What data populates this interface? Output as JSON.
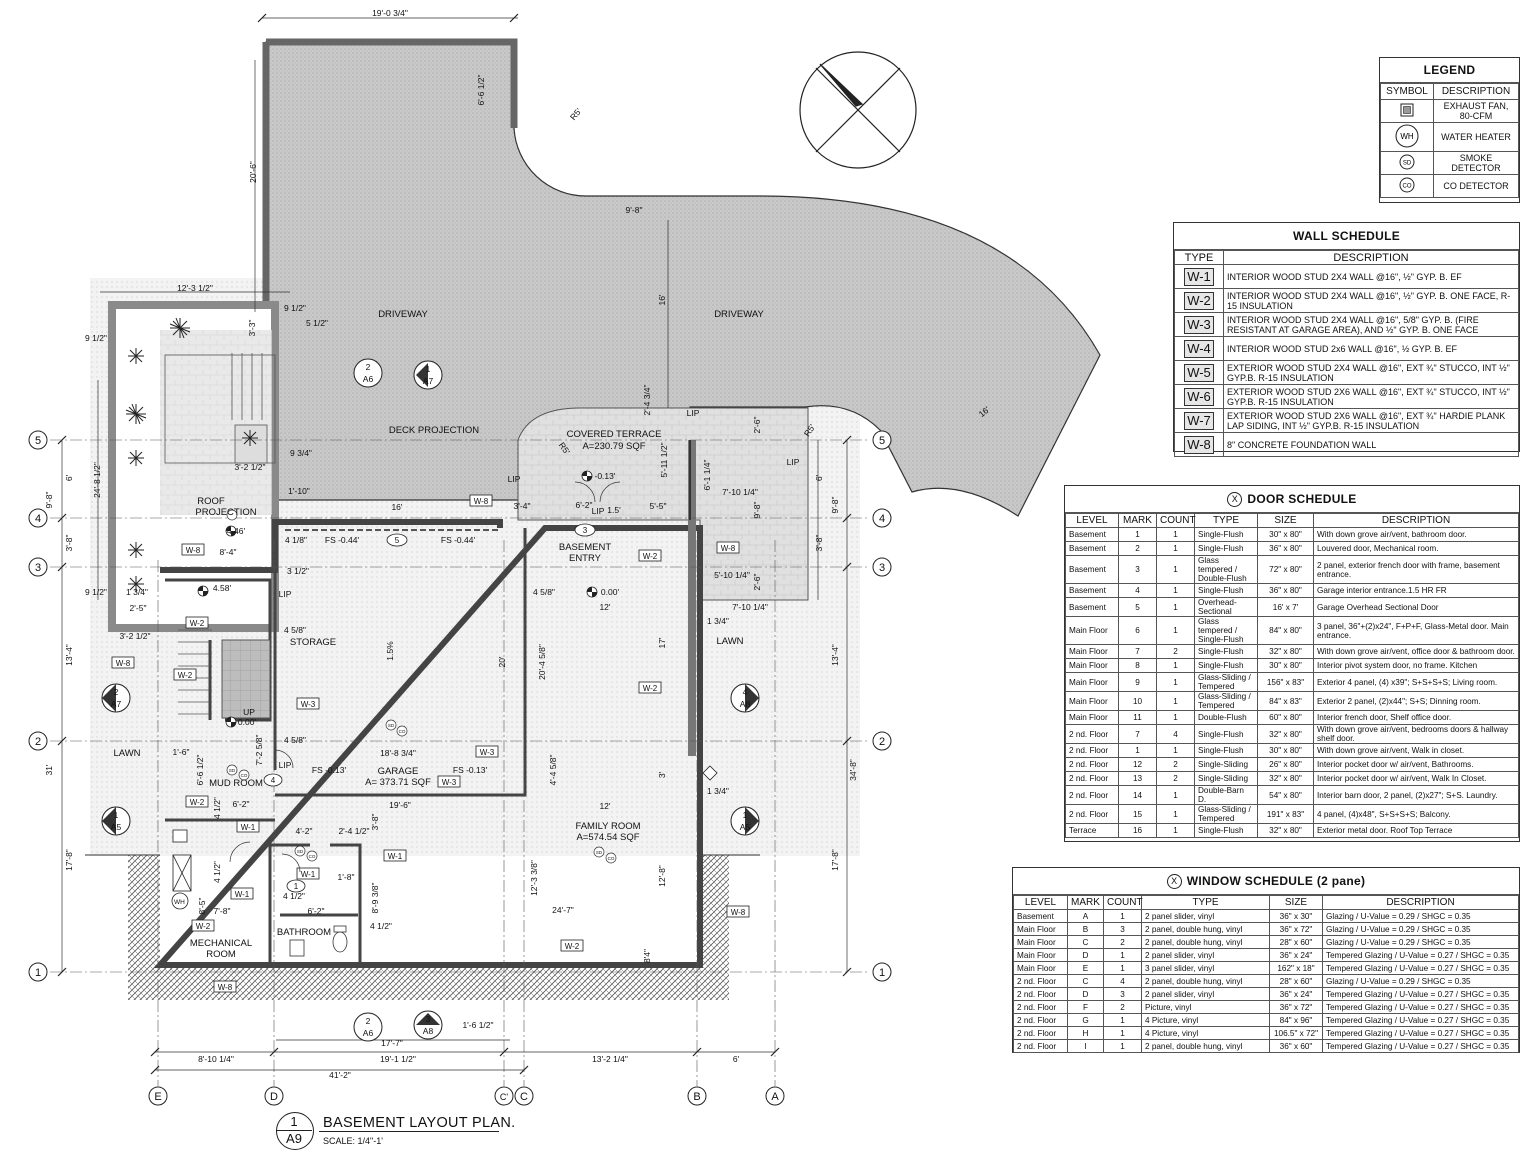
{
  "drawing": {
    "title": "BASEMENT LAYOUT PLAN.",
    "number": "1",
    "sheet": "A9",
    "scale": "SCALE: 1/4\"-1'"
  },
  "plan_labels": {
    "driveway_left": "DRIVEWAY",
    "driveway_right": "DRIVEWAY",
    "deck_projection": "DECK PROJECTION",
    "covered_terrace": "COVERED TERRACE",
    "covered_terrace_area": "A=230.79 SQF",
    "roof_projection_1": "ROOF",
    "roof_projection_2": "PROJECTION",
    "basement_entry_1": "BASEMENT",
    "basement_entry_2": "ENTRY",
    "storage": "STORAGE",
    "garage": "GARAGE",
    "garage_area": "A= 373.71 SQF",
    "family_room": "FAMILY ROOM",
    "family_room_area": "A=574.54 SQF",
    "mud_room": "MUD ROOM",
    "mechanical_1": "MECHANICAL",
    "mechanical_2": "ROOM",
    "bathroom": "BATHROOM",
    "lawn_left": "LAWN",
    "lawn_right": "LAWN",
    "up": "UP",
    "lip": "LIP"
  },
  "dimensions": {
    "top_width": "19'-0 3/4\"",
    "d_20_6": "20'-6\"",
    "d_6_6": "6'-6 1/2\"",
    "r5_top": "R5'",
    "d_9_8_top": "9'-8\"",
    "d_16_drive": "16'",
    "d_16_diag": "16'",
    "d_12_3": "12'-3 1/2\"",
    "d_9_half_a": "9 1/2\"",
    "d_9_half_b": "9 1/2\"",
    "d_9_half_c": "9 1/2\"",
    "d_5_half": "5 1/2\"",
    "d_3_3": "3'-3\"",
    "d_24_8": "24'-8 1/2\"",
    "d_9_8_left": "9'-8\"",
    "d_6_left": "6'",
    "d_3_8_left": "3'-8\"",
    "d_13_4_left": "13'-4\"",
    "d_31": "31'",
    "d_17_8_left": "17'-8\"",
    "d_9_8_right": "9'-8\"",
    "d_6_right": "6'",
    "d_3_8_right": "3'-8\"",
    "d_13_4_right": "13'-4\"",
    "d_34_8": "34'-8\"",
    "d_17_8_right": "17'-8\"",
    "d_16_deck": "16'",
    "d_1_10": "1'-10\"",
    "d_9_3_4": "9 3/4\"",
    "d_3_2_half": "3'-2 1/2\"",
    "d_8_4": "8'-4\"",
    "d_4_46": "4.46'",
    "d_4_58": "4.58'",
    "d_2_4_3_4": "2'-4 3/4\"",
    "d_2_6_a": "2'-6\"",
    "d_2_6_b": "2'-6\"",
    "d_5_11": "5'-11 1/2\"",
    "d_6_1": "6'-1 1/4\"",
    "d_7_10_a": "7'-10 1/4\"",
    "d_7_10_b": "7'-10 1/4\"",
    "d_5_10": "5'-10 1/4\"",
    "d_9_8_terr": "9'-8\"",
    "d_5_5": "5'-5\"",
    "d_3_4": "3'-4\"",
    "d_6_2": "6'-2\"",
    "d_1_5": "1.5'",
    "d_r5_a": "R5'",
    "d_r5_b": "R5'",
    "fs_044_a": "FS -0.44'",
    "fs_044_b": "FS -0.44'",
    "fs_013_a": "FS -0.13'",
    "fs_013_b": "FS -0.13'",
    "el_013": "-0.13'",
    "el_000_a": "0.00'",
    "el_000_b": "0.00'",
    "d_12_a": "12'",
    "d_12_b": "12'",
    "d_1_5_pct": "1.5%",
    "d_20": "20'",
    "d_20_4": "20'-4 5/8\"",
    "d_17": "17'",
    "d_4_5_8_a": "4 5/8\"",
    "d_4_5_8_b": "4 5/8\"",
    "d_4_5_8_c": "4 5/8\"",
    "d_4_1_8": "4 1/8\"",
    "d_3_1_2": "3 1/2\"",
    "d_18_8": "18'-8 3/4\"",
    "d_19_6": "19'-6\"",
    "d_4_4": "4'-4 5/8\"",
    "d_3_ft": "3'",
    "d_1_3_4_a": "1 3/4\"",
    "d_1_3_4_b": "1 3/4\"",
    "d_1_3_4_c": "1 3/4\"",
    "d_12_3_3": "12'-3 3/8\"",
    "d_12_8": "12'-8\"",
    "d_24_7": "24'-7\"",
    "d_6_2_mud": "6'-2\"",
    "d_7_2": "7'-2 5/8\"",
    "d_4_2": "4'-2\"",
    "d_2_4": "2'-4 1/2\"",
    "d_1_8": "1'-8\"",
    "d_8_9": "8'-9 3/8\"",
    "d_6_2_bath": "6'-2\"",
    "d_3_8_bath": "3/8\"",
    "d_4_1_2_a": "4 1/2\"",
    "d_4_1_2_b": "4 1/2\"",
    "d_4_1_2_c": "4 1/2\"",
    "d_4_1_2_d": "4 1/2\"",
    "d_8_5": "8'-5\"",
    "d_7_8": "7'-8\"",
    "d_2_5": "2'-5\"",
    "d_3_2_1_2": "3'-2 1/2\"",
    "d_1_3_4_d": "1 3/4\"",
    "d_1_6": "1'-6\"",
    "d_3_8_bot": "3'-8\"",
    "d_8_4_bot": "8'4\"",
    "d_1_6_1_2": "1'-6 1/2\"",
    "d_17_7": "17'-7\"",
    "d_8_10": "8'-10 1/4\"",
    "d_19_1": "19'-1 1/2\"",
    "d_13_2": "13'-2 1/4\"",
    "d_6_bot": "6'",
    "d_41_2": "41'-2\""
  },
  "grid": {
    "rows": [
      "1",
      "2",
      "3",
      "4",
      "5"
    ],
    "cols": [
      "E",
      "D",
      "C'",
      "C",
      "B",
      "A"
    ]
  },
  "section_markers": [
    {
      "num": "2",
      "sheet": "A6"
    },
    {
      "num": "1",
      "sheet": "A7"
    },
    {
      "num": "2",
      "sheet": "A7"
    },
    {
      "num": "4",
      "sheet": "A8"
    },
    {
      "num": "1",
      "sheet": "A5"
    },
    {
      "num": "1",
      "sheet": "A5"
    },
    {
      "num": "2",
      "sheet": "A6"
    },
    {
      "num": "3",
      "sheet": "A8"
    }
  ],
  "wall_tags": [
    "W-8",
    "W-2",
    "W-3",
    "W-8",
    "W-2",
    "W-2",
    "W-8",
    "W-3",
    "W-3",
    "W-2",
    "W-1",
    "W-1",
    "W-1",
    "W-1",
    "W-2",
    "W-8",
    "W-2",
    "W-8",
    "W-2",
    "W-8"
  ],
  "door_tags": [
    "5",
    "3",
    "4",
    "1",
    "1"
  ],
  "legend": {
    "title": "LEGEND",
    "headers": [
      "SYMBOL",
      "DESCRIPTION"
    ],
    "rows": [
      {
        "symbol": "exhaust-fan",
        "text": "",
        "desc": "EXHAUST FAN, 80-CFM"
      },
      {
        "symbol": "water-heater",
        "text": "WH",
        "desc": "WATER HEATER"
      },
      {
        "symbol": "smoke-detector",
        "text": "SD",
        "desc": "SMOKE DETECTOR"
      },
      {
        "symbol": "co-detector",
        "text": "CO",
        "desc": "CO DETECTOR"
      }
    ]
  },
  "wall_schedule": {
    "title": "WALL SCHEDULE",
    "headers": [
      "TYPE",
      "DESCRIPTION"
    ],
    "rows": [
      {
        "type": "W-1",
        "desc": "INTERIOR WOOD STUD 2X4 WALL @16\", ½\" GYP. B. EF"
      },
      {
        "type": "W-2",
        "desc": "INTERIOR WOOD STUD 2X4 WALL @16\", ½\" GYP. B. ONE FACE, R-15 INSULATION"
      },
      {
        "type": "W-3",
        "desc": "INTERIOR WOOD STUD 2X4 WALL @16\", 5/8\" GYP. B. (FIRE RESISTANT AT GARAGE AREA), AND ½\" GYP. B. ONE FACE"
      },
      {
        "type": "W-4",
        "desc": "INTERIOR WOOD STUD 2x6 WALL @16\", ½ GYP. B. EF"
      },
      {
        "type": "W-5",
        "desc": "EXTERIOR WOOD STUD 2X4 WALL @16\", EXT ¾\" STUCCO, INT ½\" GYP.B. R-15 INSULATION"
      },
      {
        "type": "W-6",
        "desc": "EXTERIOR WOOD STUD 2X6 WALL @16\", EXT ¾\" STUCCO, INT ½\" GYP.B. R-15 INSULATION"
      },
      {
        "type": "W-7",
        "desc": "EXTERIOR WOOD STUD 2X6 WALL @16\", EXT ¾\" HARDIE PLANK LAP SIDING, INT ½\" GYP.B. R-15 INSULATION"
      },
      {
        "type": "W-8",
        "desc": "8\" CONCRETE FOUNDATION WALL"
      }
    ]
  },
  "door_schedule": {
    "title": "DOOR SCHEDULE",
    "mark": "X",
    "headers": [
      "LEVEL",
      "MARK",
      "COUNT",
      "TYPE",
      "SIZE",
      "DESCRIPTION"
    ],
    "rows": [
      [
        "Basement",
        "1",
        "1",
        "Single-Flush",
        "30\" x 80\"",
        "With down grove air/vent, bathroom door."
      ],
      [
        "Basement",
        "2",
        "1",
        "Single-Flush",
        "36\" x 80\"",
        "Louvered door, Mechanical room."
      ],
      [
        "Basement",
        "3",
        "1",
        "Glass tempered / Double-Flush",
        "72\" x 80\"",
        "2 panel, exterior french door with frame, basement entrance."
      ],
      [
        "Basement",
        "4",
        "1",
        "Single-Flush",
        "36\" x 80\"",
        "Garage interior entrance.1.5 HR FR"
      ],
      [
        "Basement",
        "5",
        "1",
        "Overhead-Sectional",
        "16' x 7'",
        "Garage Overhead Sectional Door"
      ],
      [
        "Main Floor",
        "6",
        "1",
        "Glass tempered / Single-Flush",
        "84\" x 80\"",
        "3 panel, 36\"+(2)x24\", F+P+F, Glass-Metal door. Main entrance."
      ],
      [
        "Main Floor",
        "7",
        "2",
        "Single-Flush",
        "32\" x 80\"",
        "With down grove air/vent, office door & bathroom door."
      ],
      [
        "Main Floor",
        "8",
        "1",
        "Single-Flush",
        "30\" x 80\"",
        "Interior pivot system door, no frame. Kitchen"
      ],
      [
        "Main Floor",
        "9",
        "1",
        "Glass-Sliding / Tempered",
        "156\" x 83\"",
        "Exterior 4 panel, (4) x39\"; S+S+S+S; Living room."
      ],
      [
        "Main Floor",
        "10",
        "1",
        "Glass-Sliding / Tempered",
        "84\" x 83\"",
        "Exterior 2 panel, (2)x44\"; S+S; Dinning room."
      ],
      [
        "Main Floor",
        "11",
        "1",
        "Double-Flush",
        "60\" x 80\"",
        "Interior french door, Shelf office door."
      ],
      [
        "2 nd. Floor",
        "7",
        "4",
        "Single-Flush",
        "32\" x 80\"",
        "With down grove air/vent, bedrooms doors & hallway shelf door."
      ],
      [
        "2 nd. Floor",
        "1",
        "1",
        "Single-Flush",
        "30\" x 80\"",
        "With down grove air/vent, Walk in closet."
      ],
      [
        "2 nd. Floor",
        "12",
        "2",
        "Single-Sliding",
        "26\" x 80\"",
        "Interior pocket door w/ air/vent, Bathrooms."
      ],
      [
        "2 nd. Floor",
        "13",
        "2",
        "Single-Sliding",
        "32\" x 80\"",
        "Interior pocket door w/ air/vent, Walk In Closet."
      ],
      [
        "2 nd. Floor",
        "14",
        "1",
        "Double-Barn D.",
        "54\" x 80\"",
        "Interior barn door, 2 panel, (2)x27\"; S+S. Laundry."
      ],
      [
        "2 nd. Floor",
        "15",
        "1",
        "Glass-Sliding / Tempered",
        "191\" x 83\"",
        "4 panel, (4)x48\", S+S+S+S; Balcony."
      ],
      [
        "Terrace",
        "16",
        "1",
        "Single-Flush",
        "32\" x 80\"",
        "Exterior metal door. Roof Top Terrace"
      ]
    ]
  },
  "window_schedule": {
    "title": "WINDOW SCHEDULE (2 pane)",
    "mark": "X",
    "headers": [
      "LEVEL",
      "MARK",
      "COUNT",
      "TYPE",
      "SIZE",
      "DESCRIPTION"
    ],
    "rows": [
      [
        "Basement",
        "A",
        "1",
        "2 panel slider, vinyl",
        "36\" x 30\"",
        "Glazing / U-Value = 0.29 / SHGC = 0.35"
      ],
      [
        "Main Floor",
        "B",
        "3",
        "2 panel, double hung, vinyl",
        "36\" x 72\"",
        "Glazing / U-Value = 0.29 / SHGC = 0.35"
      ],
      [
        "Main Floor",
        "C",
        "2",
        "2 panel, double hung, vinyl",
        "28\" x 60\"",
        "Glazing / U-Value = 0.29 / SHGC = 0.35"
      ],
      [
        "Main Floor",
        "D",
        "1",
        "2 panel slider, vinyl",
        "36\" x 24\"",
        "Tempered Glazing / U-Value = 0.27 / SHGC = 0.35"
      ],
      [
        "Main Floor",
        "E",
        "1",
        "3 panel slider, vinyl",
        "162\" x 18\"",
        "Tempered Glazing / U-Value = 0.27 / SHGC = 0.35"
      ],
      [
        "2 nd. Floor",
        "C",
        "4",
        "2 panel, double hung, vinyl",
        "28\" x 60\"",
        "Glazing / U-Value = 0.29 / SHGC = 0.35"
      ],
      [
        "2 nd. Floor",
        "D",
        "3",
        "2 panel slider, vinyl",
        "36\" x 24\"",
        "Tempered Glazing / U-Value = 0.27 / SHGC = 0.35"
      ],
      [
        "2 nd. Floor",
        "F",
        "2",
        "Picture, vinyl",
        "36\" x 72\"",
        "Tempered Glazing / U-Value = 0.27 / SHGC = 0.35"
      ],
      [
        "2 nd. Floor",
        "G",
        "1",
        "4 Picture, vinyl",
        "84\" x 96\"",
        "Tempered Glazing / U-Value = 0.27 / SHGC = 0.35"
      ],
      [
        "2 nd. Floor",
        "H",
        "1",
        "4 Picture, vinyl",
        "106.5\" x 72\"",
        "Tempered Glazing / U-Value = 0.27 / SHGC = 0.35"
      ],
      [
        "2 nd. Floor",
        "I",
        "1",
        "2 panel, double hung, vinyl",
        "36\" x 60\"",
        "Tempered Glazing / U-Value = 0.27 / SHGC = 0.35"
      ]
    ]
  },
  "colors": {
    "driveway": "#c9c9c9",
    "terrace": "#dedede",
    "lawn": "#eeeeee",
    "wall": "#555555",
    "line": "#222222"
  }
}
